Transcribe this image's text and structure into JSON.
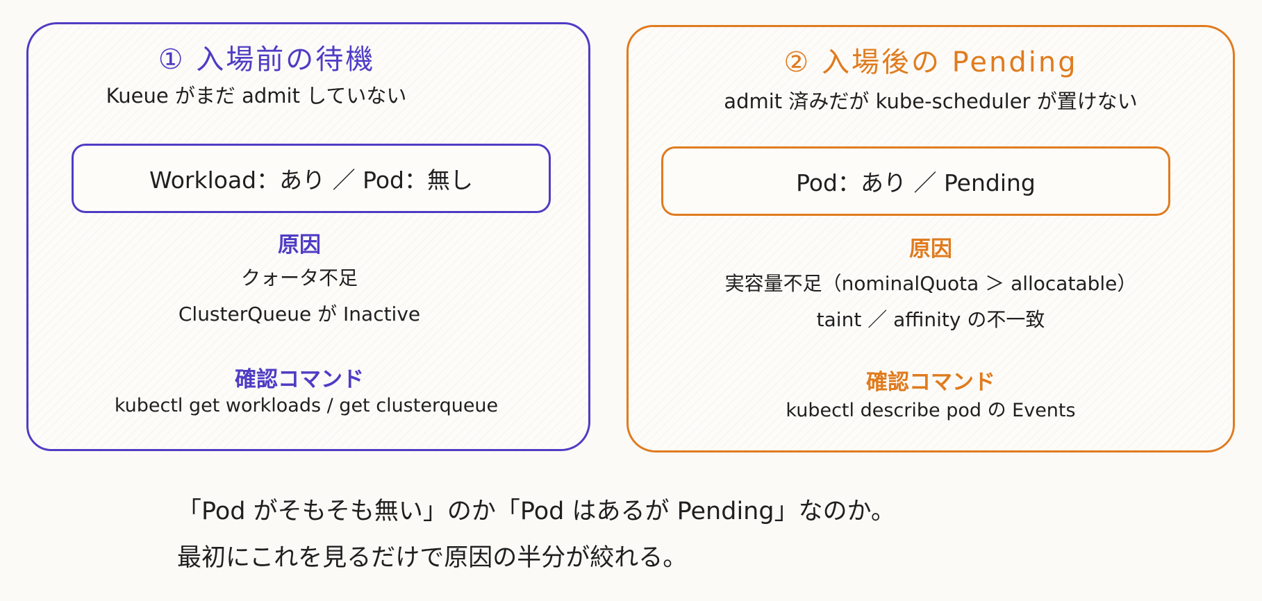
{
  "left_panel": {
    "title": "① 入場前の待機",
    "subtitle": "Kueue がまだ admit していない",
    "state": "Workload：あり ／ Pod：無し",
    "cause_label": "原因",
    "causes": [
      "クォータ不足",
      "ClusterQueue が Inactive"
    ],
    "command_label": "確認コマンド",
    "command": "kubectl get workloads / get clusterqueue",
    "accent_color": "#4f3cc4"
  },
  "right_panel": {
    "title": "② 入場後の Pending",
    "subtitle": "admit 済みだが kube-scheduler が置けない",
    "state": "Pod：あり ／ Pending",
    "cause_label": "原因",
    "causes": [
      "実容量不足（nominalQuota ＞ allocatable）",
      "taint ／ affinity の不一致"
    ],
    "command_label": "確認コマンド",
    "command": "kubectl describe pod の Events",
    "accent_color": "#e07b1e"
  },
  "footer": {
    "line1": "「Pod がそもそも無い」のか「Pod はあるが Pending」なのか。",
    "line2": "最初にこれを見るだけで原因の半分が絞れる。"
  }
}
